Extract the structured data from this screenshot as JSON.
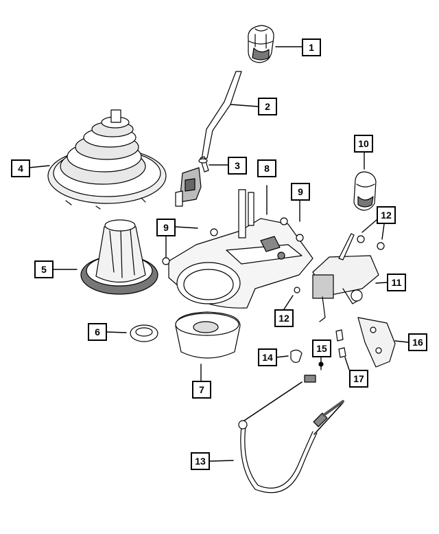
{
  "diagram": {
    "callouts": [
      "1",
      "2",
      "3",
      "4",
      "5",
      "6",
      "7",
      "8",
      "9",
      "9",
      "10",
      "11",
      "12",
      "12",
      "13",
      "14",
      "15",
      "16",
      "17"
    ]
  }
}
